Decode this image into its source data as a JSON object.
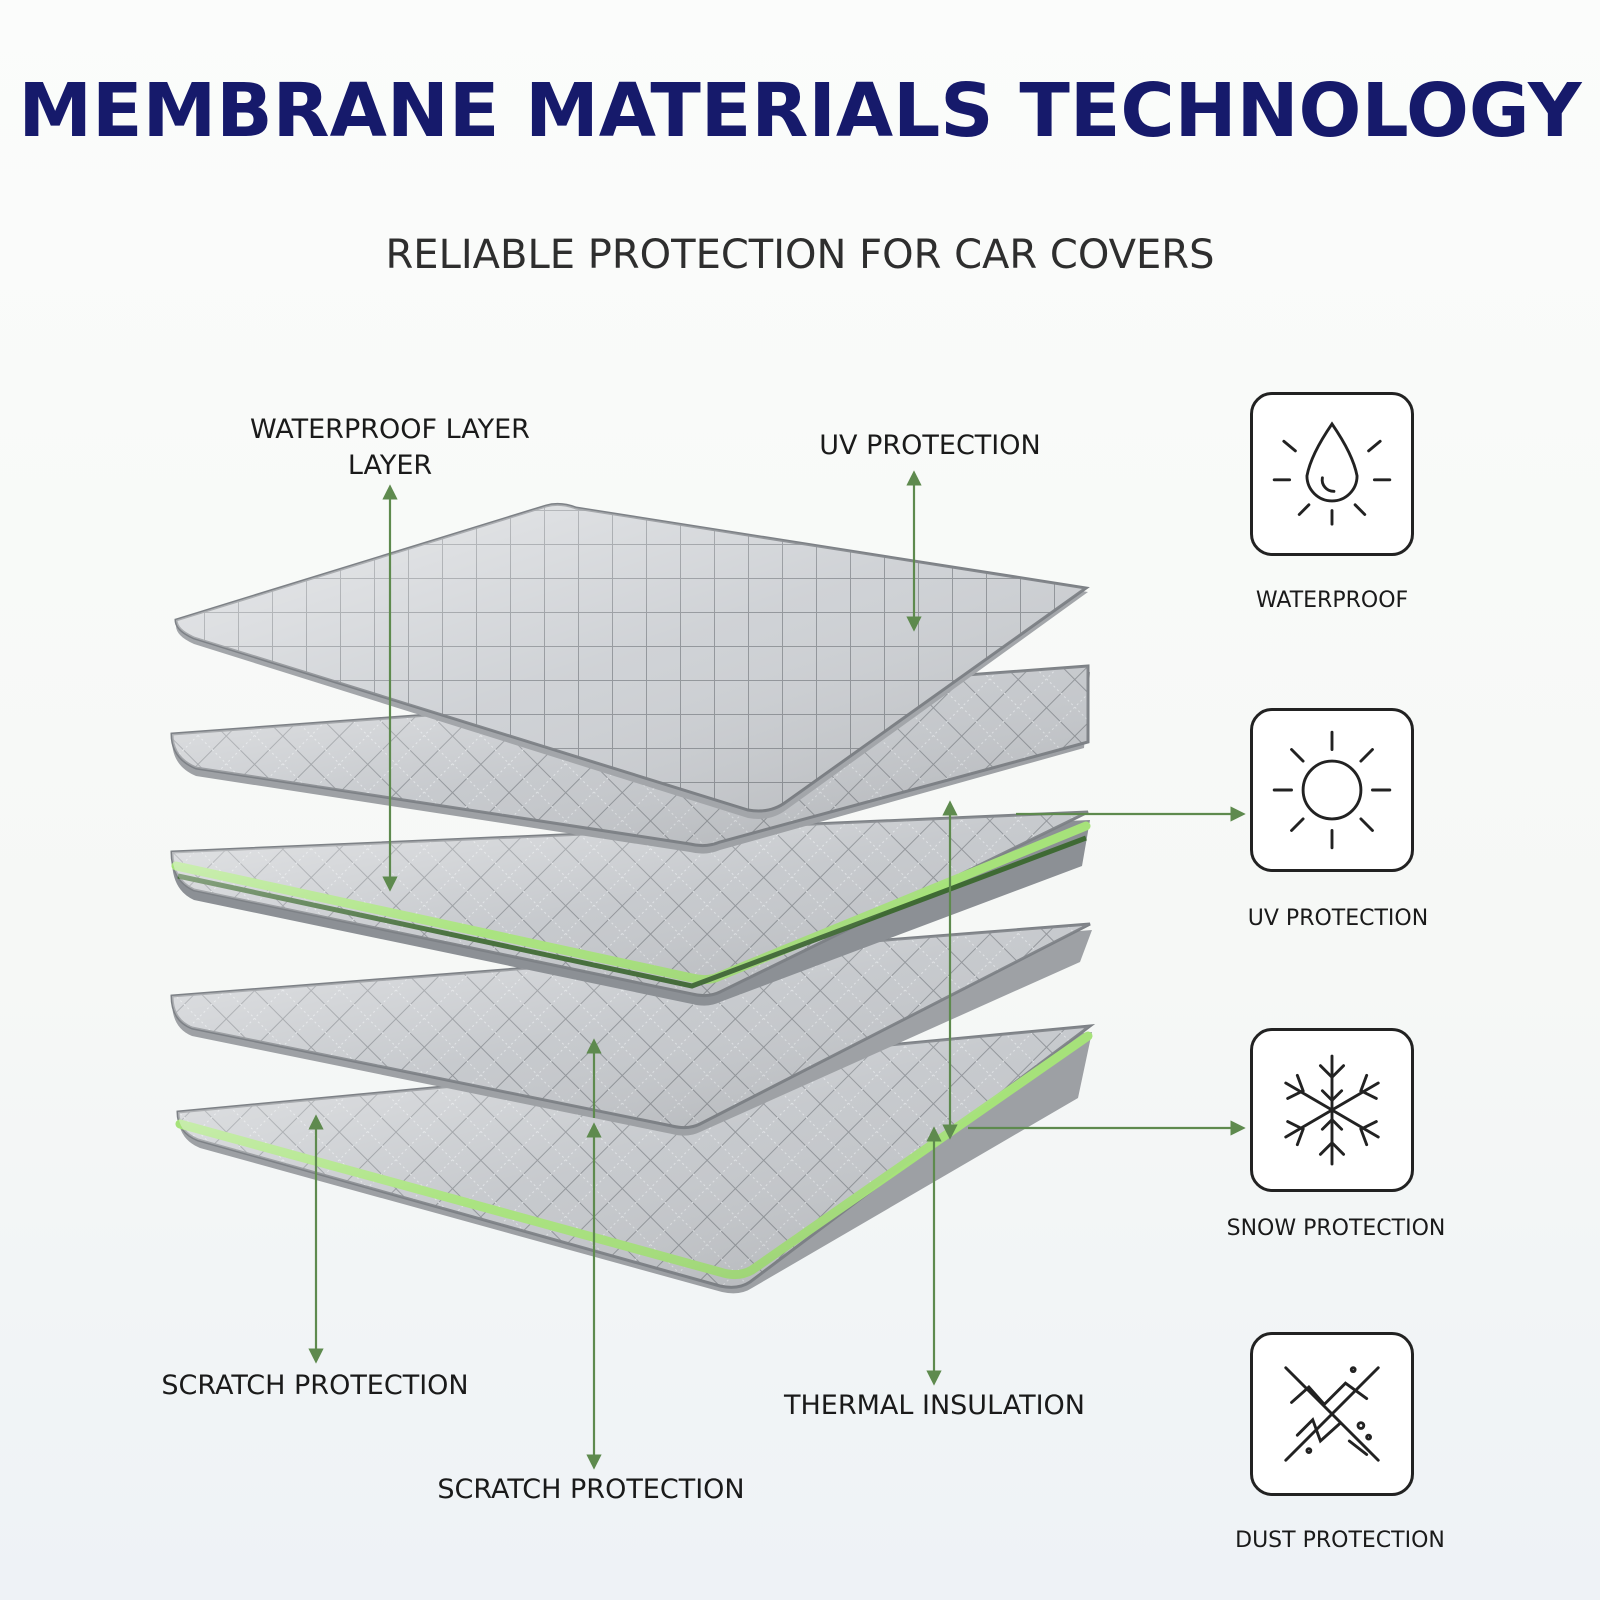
{
  "header": {
    "title": "MEMBRANE MATERIALS TECHNOLOGY",
    "subtitle": "RELIABLE PROTECTION FOR CAR COVERS"
  },
  "callouts": {
    "waterproof_layer_line1": "WATERPROOF LAYER",
    "waterproof_layer_line2": "LAYER",
    "uv_protection": "UV PROTECTION",
    "scratch_protection_left": "SCRATCH PROTECTION",
    "scratch_protection_center": "SCRATCH PROTECTION",
    "thermal_insulation": "THERMAL INSULATION"
  },
  "features": [
    {
      "label": "WATERPROOF",
      "icon": "water-drop-icon"
    },
    {
      "label": "UV PROTECTION",
      "icon": "sun-icon"
    },
    {
      "label": "SNOW PROTECTION",
      "icon": "snowflake-icon"
    },
    {
      "label": "DUST PROTECTION",
      "icon": "dust-icon"
    }
  ],
  "colors": {
    "title": "#161a6b",
    "accent_green": "#a6e27a",
    "arrow_green": "#5e8a4e",
    "silver": "#b9bcc0"
  }
}
